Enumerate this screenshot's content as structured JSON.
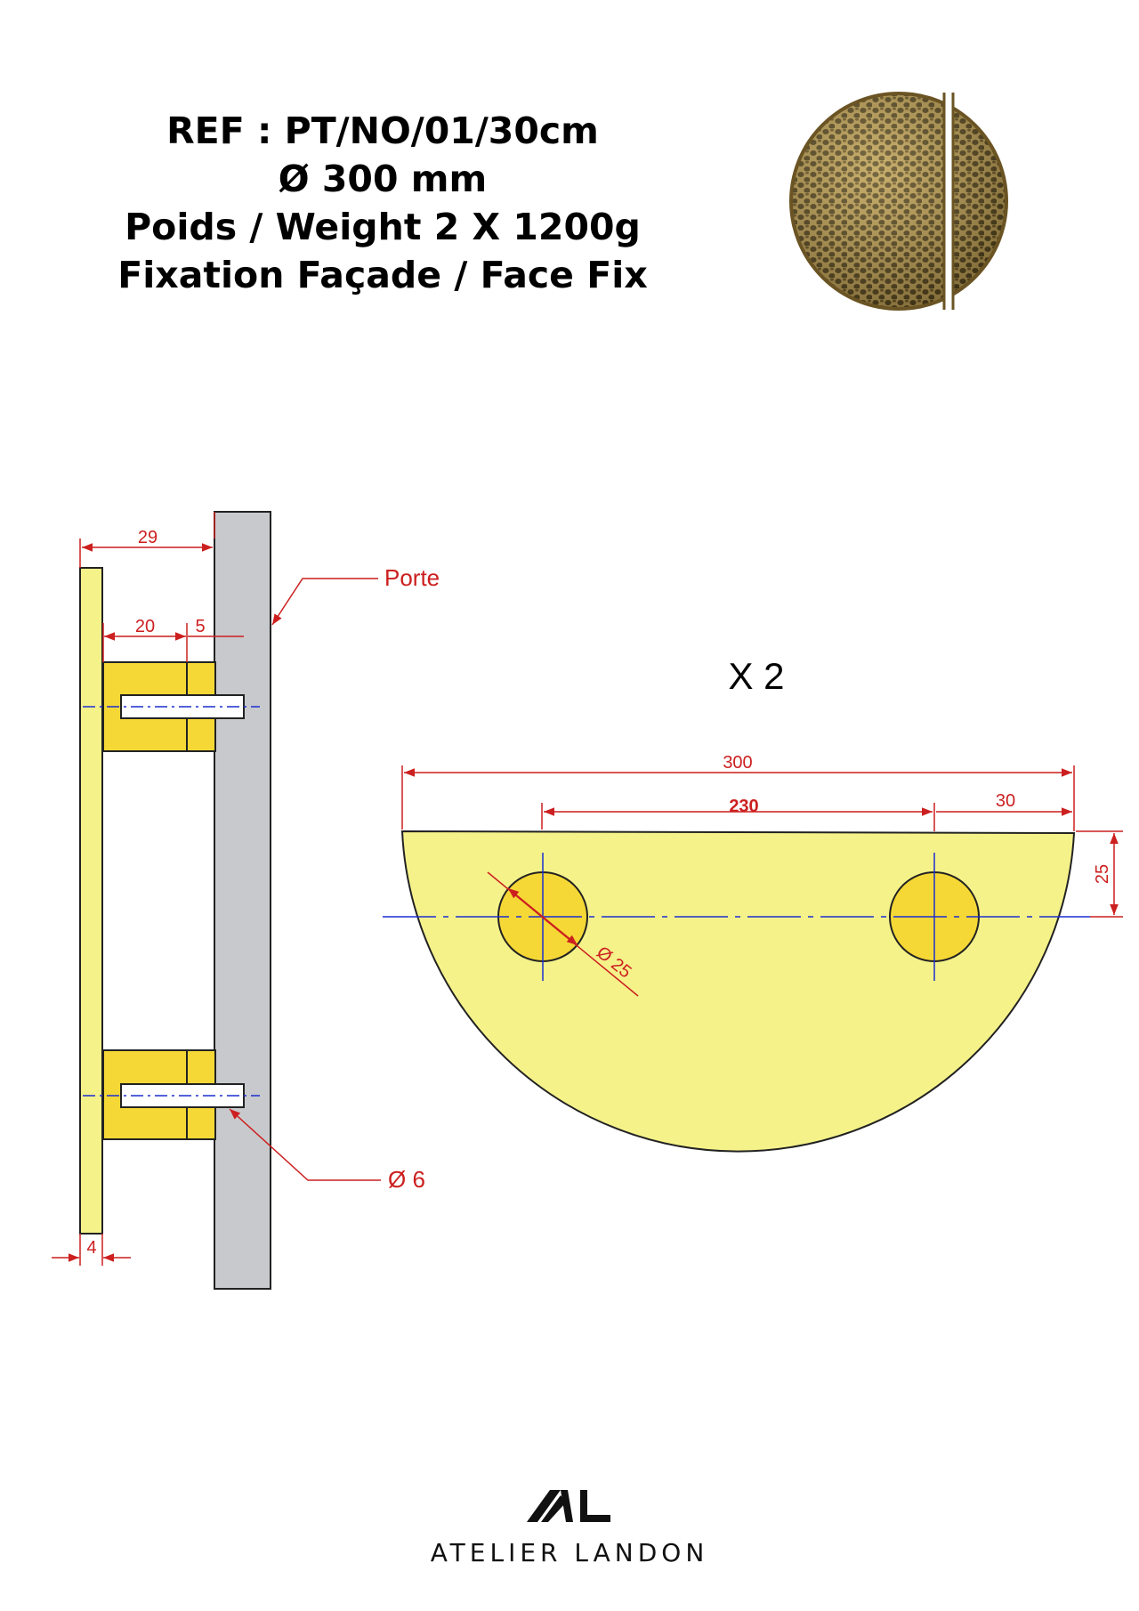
{
  "header": {
    "ref": "REF : PT/NO/01/30cm",
    "diameter": "Ø 300 mm",
    "weight": "Poids /  Weight 2 X 1200g",
    "fixing": "Fixation Façade / Face Fix"
  },
  "side_view": {
    "dim_total_depth": "29",
    "dim_standoff": "20",
    "dim_pin": "5",
    "dim_plate": "4",
    "label_door": "Porte",
    "label_pin_diameter": "Ø 6"
  },
  "front_view": {
    "quantity": "X 2",
    "dim_width": "300",
    "dim_holes": "230",
    "dim_offset": "30",
    "dim_height": "25",
    "dim_hole_diameter": "Ø 25"
  },
  "brand": {
    "logo_letters": "AL",
    "name": "ATELIER LANDON"
  },
  "colors": {
    "handle_fill": "#f5f28a",
    "standoff_fill": "#f5d835",
    "door_fill": "#c8c9cc",
    "dimension_red": "#cc1f1f",
    "axis_blue": "#1c2fd0",
    "product_bronze": "#8a6f32"
  }
}
